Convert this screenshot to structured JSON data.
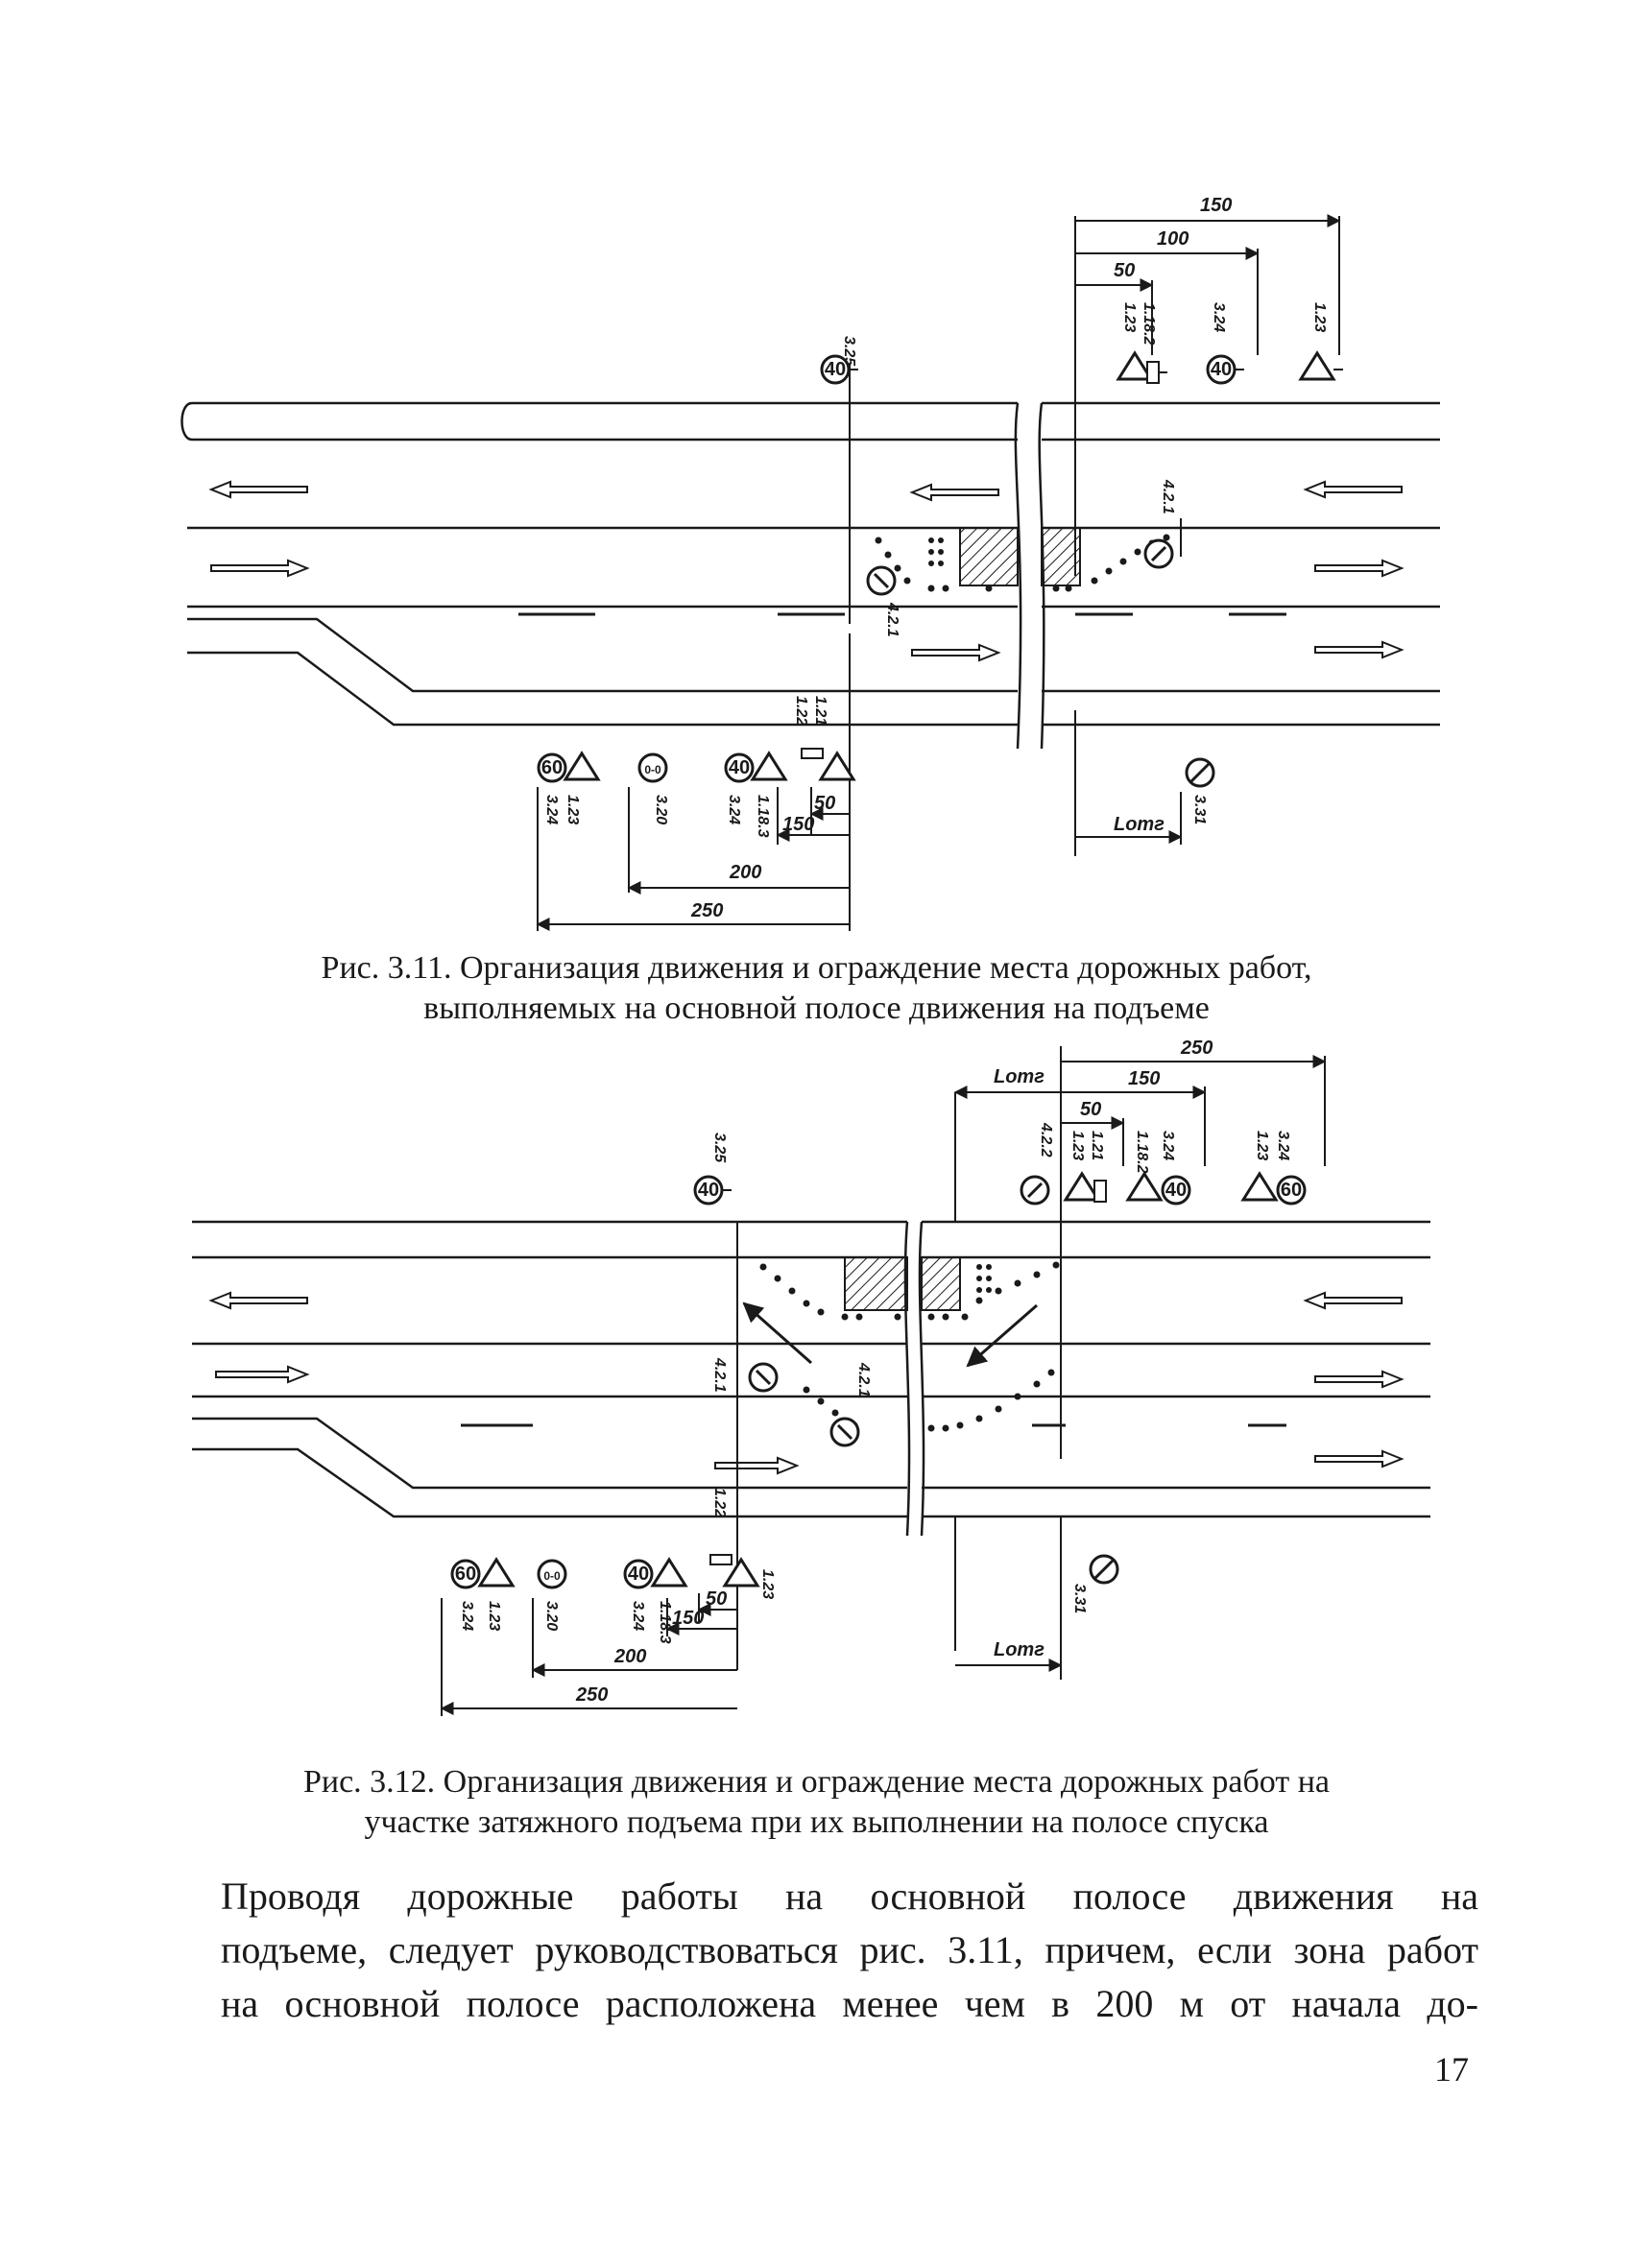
{
  "figure1": {
    "caption_line1": "Рис. 3.11. Организация движения и ограждение места дорожных работ,",
    "caption_line2": "выполняемых на основной полосе движения на подъеме",
    "dims_top": [
      "150",
      "100",
      "50"
    ],
    "dims_bottom": [
      "50",
      "150",
      "200",
      "250"
    ],
    "l_label": "Lотг",
    "sign_codes": {
      "s325": "3.25",
      "s123_182": "1.23\n1.18.2",
      "s324": "3.24",
      "s123": "1.23",
      "s421_right": "4.2.1",
      "s421_left": "4.2.1",
      "s122_121": "1.22\n1.21",
      "s324_123": "3.24\n1.23",
      "s320": "3.20",
      "s324_b": "3.24",
      "s1183": "1.18.3",
      "s331": "3.31"
    },
    "speed_values": [
      "40",
      "40",
      "60",
      "40"
    ]
  },
  "figure2": {
    "caption_line1": "Рис. 3.12. Организация движения и ограждение места дорожных работ на",
    "caption_line2": "участке затяжного подъема при их выполнении на полосе спуска",
    "dims_top": [
      "250",
      "150",
      "50"
    ],
    "dims_bottom": [
      "50",
      "150",
      "200",
      "250"
    ],
    "l_label_top": "Lотг",
    "l_label_bottom": "Lотг",
    "sign_codes": {
      "s325": "3.25",
      "s421_top": "4.2.2",
      "s123_121": "1.23\n1.21",
      "s182_324": "1.18.2\n3.24",
      "s123_324": "1.23\n3.24",
      "s421_a": "4.2.1",
      "s421_b": "4.2.1",
      "s122": "1.22",
      "s324_123": "3.24\n1.23",
      "s320": "3.20",
      "s324_1183": "3.24\n1.18.3",
      "s123b": "1.23",
      "s331": "3.31"
    },
    "speed_values": [
      "40",
      "40",
      "60",
      "40"
    ]
  },
  "body": {
    "line1": "Проводя дорожные работы на основной полосе движения на",
    "line2": "подъеме, следует руководствоваться рис. 3.11, причем, если зона работ",
    "line3": "на основной полосе расположена менее чем в 200 м от начала до-"
  },
  "page_number": "17"
}
